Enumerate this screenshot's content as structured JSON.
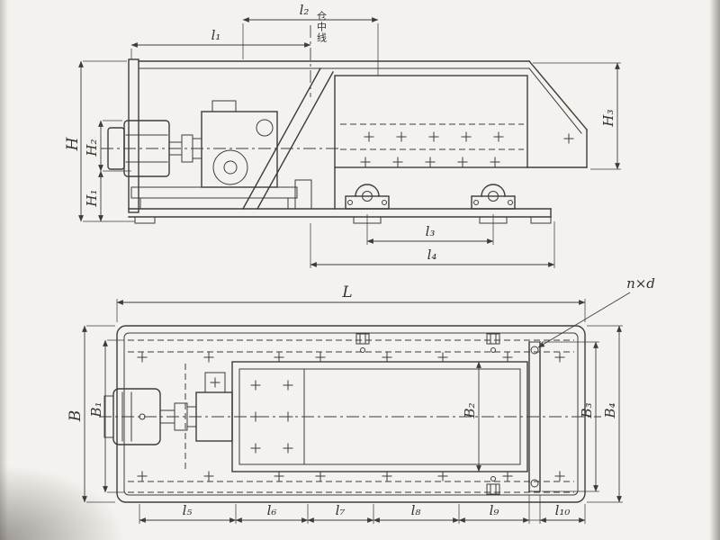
{
  "page": {
    "background": "#f3f2ee",
    "line_color": "#3e3c38"
  },
  "side_view": {
    "dims": {
      "l1": "l₁",
      "l2": "l₂",
      "l3": "l₃",
      "l4": "l₄",
      "H": "H",
      "H1": "H₁",
      "H2": "H₂",
      "H3": "H₃"
    },
    "notes": {
      "center_line": "仓中线"
    }
  },
  "plan_view": {
    "dims": {
      "L": "L",
      "B": "B",
      "B1": "B₁",
      "B2": "B₂",
      "B3": "B₃",
      "B4": "B₄",
      "l5": "l₅",
      "l6": "l₆",
      "l7": "l₇",
      "l8": "l₈",
      "l9": "l₉",
      "l10": "l₁₀"
    },
    "notes": {
      "holes": "n×d"
    }
  }
}
